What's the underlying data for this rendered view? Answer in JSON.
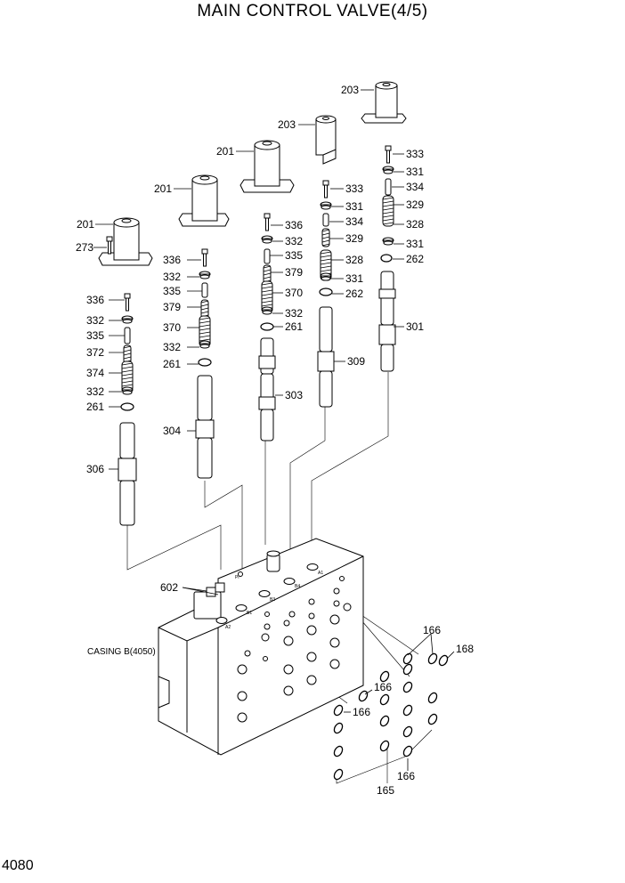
{
  "title": "MAIN CONTROL VALVE(4/5)",
  "page_number": "4080",
  "casing_label": "CASING B(4050)",
  "parts": {
    "p203a": "203",
    "p203b": "203",
    "p201a": "201",
    "p201b": "201",
    "p201c": "201",
    "p273": "273",
    "p333a": "333",
    "p331a": "331",
    "p334a": "334",
    "p329a": "329",
    "p328a": "328",
    "p331b": "331",
    "p262a": "262",
    "p301": "301",
    "p333b": "333",
    "p331c": "331",
    "p334b": "334",
    "p329b": "329",
    "p328b": "328",
    "p331d": "331",
    "p262b": "262",
    "p309": "309",
    "p336a": "336",
    "p332a": "332",
    "p335a": "335",
    "p379a": "379",
    "p370a": "370",
    "p332b": "332",
    "p261a": "261",
    "p303": "303",
    "p336b": "336",
    "p332c": "332",
    "p335b": "335",
    "p379b": "379",
    "p370b": "370",
    "p332d": "332",
    "p261b": "261",
    "p304": "304",
    "p336c": "336",
    "p332e": "332",
    "p335c": "335",
    "p372": "372",
    "p374": "374",
    "p332f": "332",
    "p261c": "261",
    "p306": "306",
    "p602": "602",
    "p166a": "166",
    "p168": "168",
    "p166b": "166",
    "p166c": "166",
    "p166d": "166",
    "p165": "165"
  },
  "port_marks": [
    "A2",
    "B1",
    "B3",
    "B4",
    "A1",
    "Pi"
  ]
}
